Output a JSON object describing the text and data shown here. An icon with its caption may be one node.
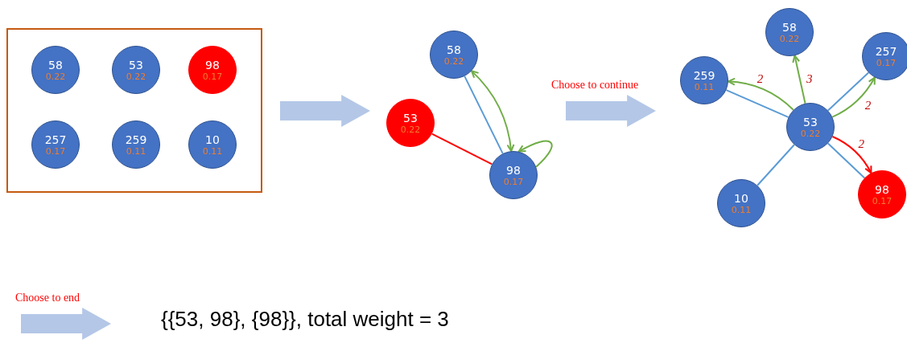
{
  "diagram": {
    "nodes": [
      {
        "text": [],
        "shape": "box"
      },
      {
        "text": [
          "58",
          "0.22"
        ],
        "in": 0
      },
      {
        "text": [
          "53",
          "0.22"
        ],
        "in": 0
      },
      {
        "text": [
          "98",
          "0.17"
        ],
        "in": 0
      },
      {
        "text": [
          "257",
          "0.17"
        ],
        "in": 0
      },
      {
        "text": [
          "259",
          "0.11"
        ],
        "in": 0
      },
      {
        "text": [
          "10",
          "0.11"
        ],
        "in": 0
      },
      {
        "text": [
          "58",
          "0.22"
        ]
      },
      {
        "text": [
          "53",
          "0.22"
        ]
      },
      {
        "text": [
          "98",
          "0.17"
        ]
      },
      {
        "text": [
          "58",
          "0.22"
        ]
      },
      {
        "text": [
          "259",
          "0.11"
        ]
      },
      {
        "text": [
          "257",
          "0.17"
        ]
      },
      {
        "text": [
          "53",
          "0.22"
        ]
      },
      {
        "text": [
          "10",
          "0.11"
        ]
      },
      {
        "text": [
          "98",
          "0.17"
        ]
      }
    ],
    "edges": [
      {
        "from": 9,
        "to": 8,
        "arrow": "none",
        "color": "#ff0000"
      },
      {
        "from": 9,
        "to": 7,
        "arrow": "none"
      },
      {
        "from": 9,
        "to": 7,
        "arrow": "both",
        "color": "#70ad47"
      },
      {
        "from": 9,
        "to": 9,
        "arrow": "to",
        "color": "#70ad47"
      },
      {
        "from": 13,
        "to": 11,
        "arrow": "none"
      },
      {
        "from": 13,
        "to": 12,
        "arrow": "none"
      },
      {
        "from": 13,
        "to": 14,
        "arrow": "none"
      },
      {
        "from": 13,
        "to": 15,
        "arrow": "none"
      },
      {
        "from": 13,
        "to": 10,
        "arrow": "to",
        "label": "3",
        "color": "#70ad47"
      },
      {
        "from": 13,
        "to": 11,
        "arrow": "to",
        "label": "2",
        "color": "#70ad47"
      },
      {
        "from": 13,
        "to": 12,
        "arrow": "to",
        "label": "2",
        "color": "#70ad47"
      },
      {
        "from": 13,
        "to": 15,
        "arrow": "to",
        "label": "2",
        "color": "#ff0000"
      }
    ],
    "labels": [
      "Choose to continue",
      "Choose to end",
      "{{53, 98}, {98}}, total weight = 3"
    ]
  }
}
